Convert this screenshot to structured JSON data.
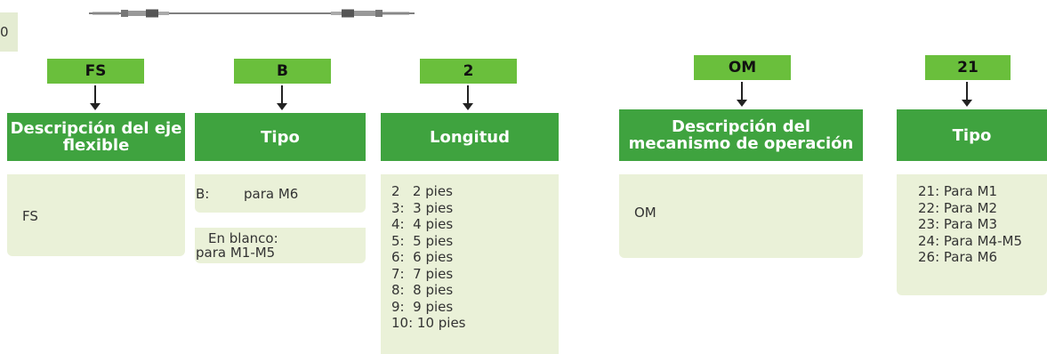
{
  "corner_tab": {
    "text": "0"
  },
  "cable_illustration": {
    "icon": "flexible-cable-icon"
  },
  "columns": [
    {
      "code": "FS",
      "header": "Descripción del eje flexible",
      "panel_text": "FS"
    },
    {
      "code": "B",
      "header": "Tipo",
      "options": [
        {
          "key": "B:",
          "value": "para M6"
        },
        {
          "key": "",
          "value": "En blanco: para M1-M5",
          "line1": "En blanco:",
          "line2": "para M1-M5"
        }
      ]
    },
    {
      "code": "2",
      "header": "Longitud",
      "items": [
        "2   2 pies",
        "3:  3 pies",
        "4:  4 pies",
        "5:  5 pies",
        "6:  6 pies",
        "7:  7 pies",
        "8:  8 pies",
        "9:  9 pies",
        "10: 10 pies"
      ]
    },
    {
      "code": "OM",
      "header": "Descripción del mecanismo de operación",
      "panel_text": "OM"
    },
    {
      "code": "21",
      "header": "Tipo",
      "items": [
        "21: Para M1",
        "22: Para M2",
        "23: Para M3",
        "24: Para M4-M5",
        "26: Para M6"
      ]
    }
  ],
  "colors": {
    "code_green": "#6abf3c",
    "header_green": "#3fa33f",
    "panel_bg": "#eaf1d8",
    "arrow": "#222222"
  }
}
